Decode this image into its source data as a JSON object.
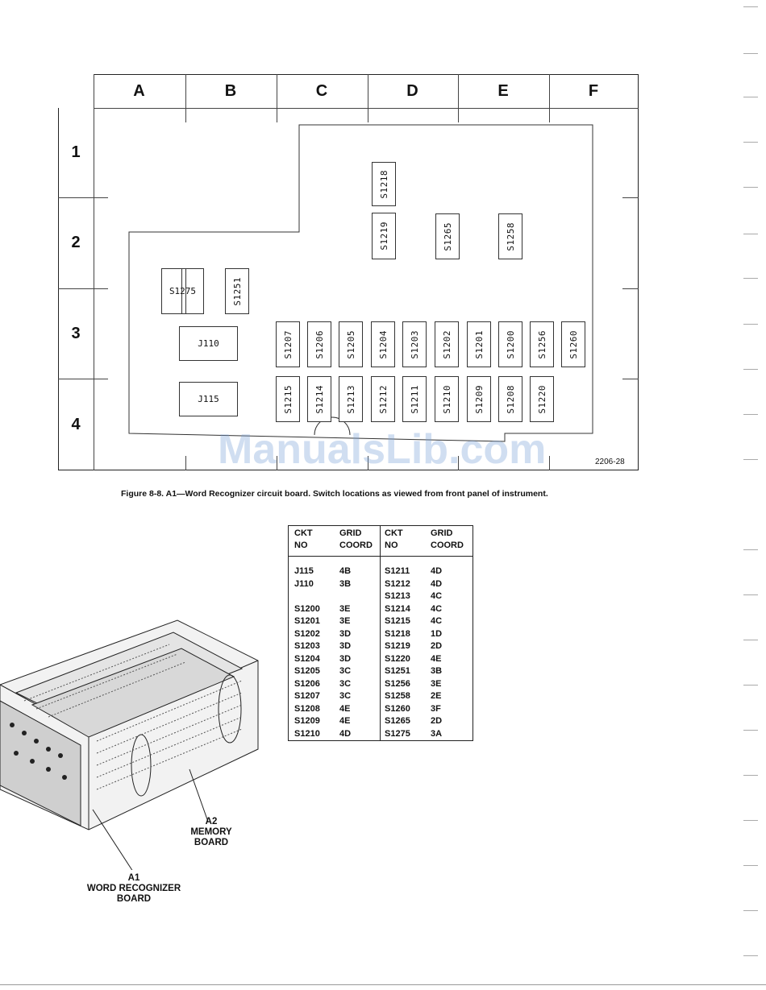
{
  "figure": {
    "columns": [
      "A",
      "B",
      "C",
      "D",
      "E",
      "F"
    ],
    "rows": [
      "1",
      "2",
      "3",
      "4"
    ],
    "components": [
      {
        "id": "S1218"
      },
      {
        "id": "S1219"
      },
      {
        "id": "S1265"
      },
      {
        "id": "S1258"
      },
      {
        "id": "S1275"
      },
      {
        "id": "S1251"
      },
      {
        "id": "J110"
      },
      {
        "id": "J115"
      },
      {
        "id": "S1207"
      },
      {
        "id": "S1206"
      },
      {
        "id": "S1205"
      },
      {
        "id": "S1204"
      },
      {
        "id": "S1203"
      },
      {
        "id": "S1202"
      },
      {
        "id": "S1201"
      },
      {
        "id": "S1200"
      },
      {
        "id": "S1256"
      },
      {
        "id": "S1260"
      },
      {
        "id": "S1215"
      },
      {
        "id": "S1214"
      },
      {
        "id": "S1213"
      },
      {
        "id": "S1212"
      },
      {
        "id": "S1211"
      },
      {
        "id": "S1210"
      },
      {
        "id": "S1209"
      },
      {
        "id": "S1208"
      },
      {
        "id": "S1220"
      }
    ],
    "figure_number": "2206-28",
    "watermark": "ManualsLib.com",
    "caption": "Figure 8-8.  A1—Word Recognizer circuit board. Switch locations as viewed from front panel of instrument."
  },
  "table": {
    "headers": [
      {
        "line1": "CKT",
        "line2": "NO"
      },
      {
        "line1": "GRID",
        "line2": "COORD"
      },
      {
        "line1": "CKT",
        "line2": "NO"
      },
      {
        "line1": "GRID",
        "line2": "COORD"
      }
    ],
    "left_rows": [
      [
        "J115",
        "4B"
      ],
      [
        "J110",
        "3B"
      ],
      [
        "",
        ""
      ],
      [
        "S1200",
        "3E"
      ],
      [
        "S1201",
        "3E"
      ],
      [
        "S1202",
        "3D"
      ],
      [
        "S1203",
        "3D"
      ],
      [
        "S1204",
        "3D"
      ],
      [
        "S1205",
        "3C"
      ],
      [
        "S1206",
        "3C"
      ],
      [
        "S1207",
        "3C"
      ],
      [
        "S1208",
        "4E"
      ],
      [
        "S1209",
        "4E"
      ],
      [
        "S1210",
        "4D"
      ]
    ],
    "right_rows": [
      [
        "S1211",
        "4D"
      ],
      [
        "S1212",
        "4D"
      ],
      [
        "S1213",
        "4C"
      ],
      [
        "S1214",
        "4C"
      ],
      [
        "S1215",
        "4C"
      ],
      [
        "S1218",
        "1D"
      ],
      [
        "S1219",
        "2D"
      ],
      [
        "S1220",
        "4E"
      ],
      [
        "S1251",
        "3B"
      ],
      [
        "S1256",
        "3E"
      ],
      [
        "S1258",
        "2E"
      ],
      [
        "S1260",
        "3F"
      ],
      [
        "S1265",
        "2D"
      ],
      [
        "S1275",
        "3A"
      ]
    ]
  },
  "illustration_labels": {
    "a2": [
      "A2",
      "MEMORY",
      "BOARD"
    ],
    "a1": [
      "A1",
      "WORD RECOGNIZER",
      "BOARD"
    ]
  }
}
